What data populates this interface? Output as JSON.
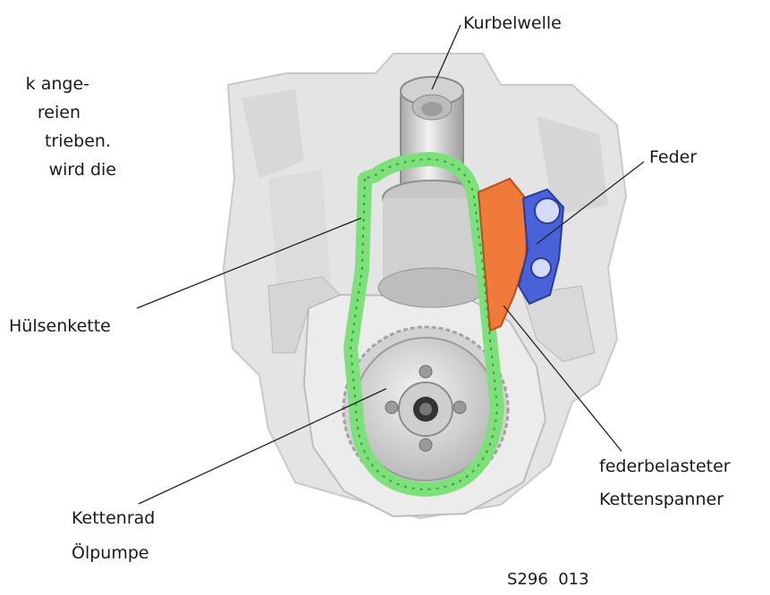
{
  "intro_lines": [
    "k ange-",
    "reien",
    "trieben.",
    "wird die"
  ],
  "labels": {
    "crankshaft": "Kurbelwelle",
    "spring": "Feder",
    "bush_chain": "Hülsenkette",
    "tensioner": [
      "federbelasteter",
      "Kettenspanner"
    ],
    "sprocket": [
      "Kettenrad",
      "Ölpumpe"
    ]
  },
  "figure_code": "S296  013",
  "colors": {
    "chain": "#7de07a",
    "tensioner": "#f07a3a",
    "spring": "#4a62d8",
    "leader": "#222222"
  }
}
